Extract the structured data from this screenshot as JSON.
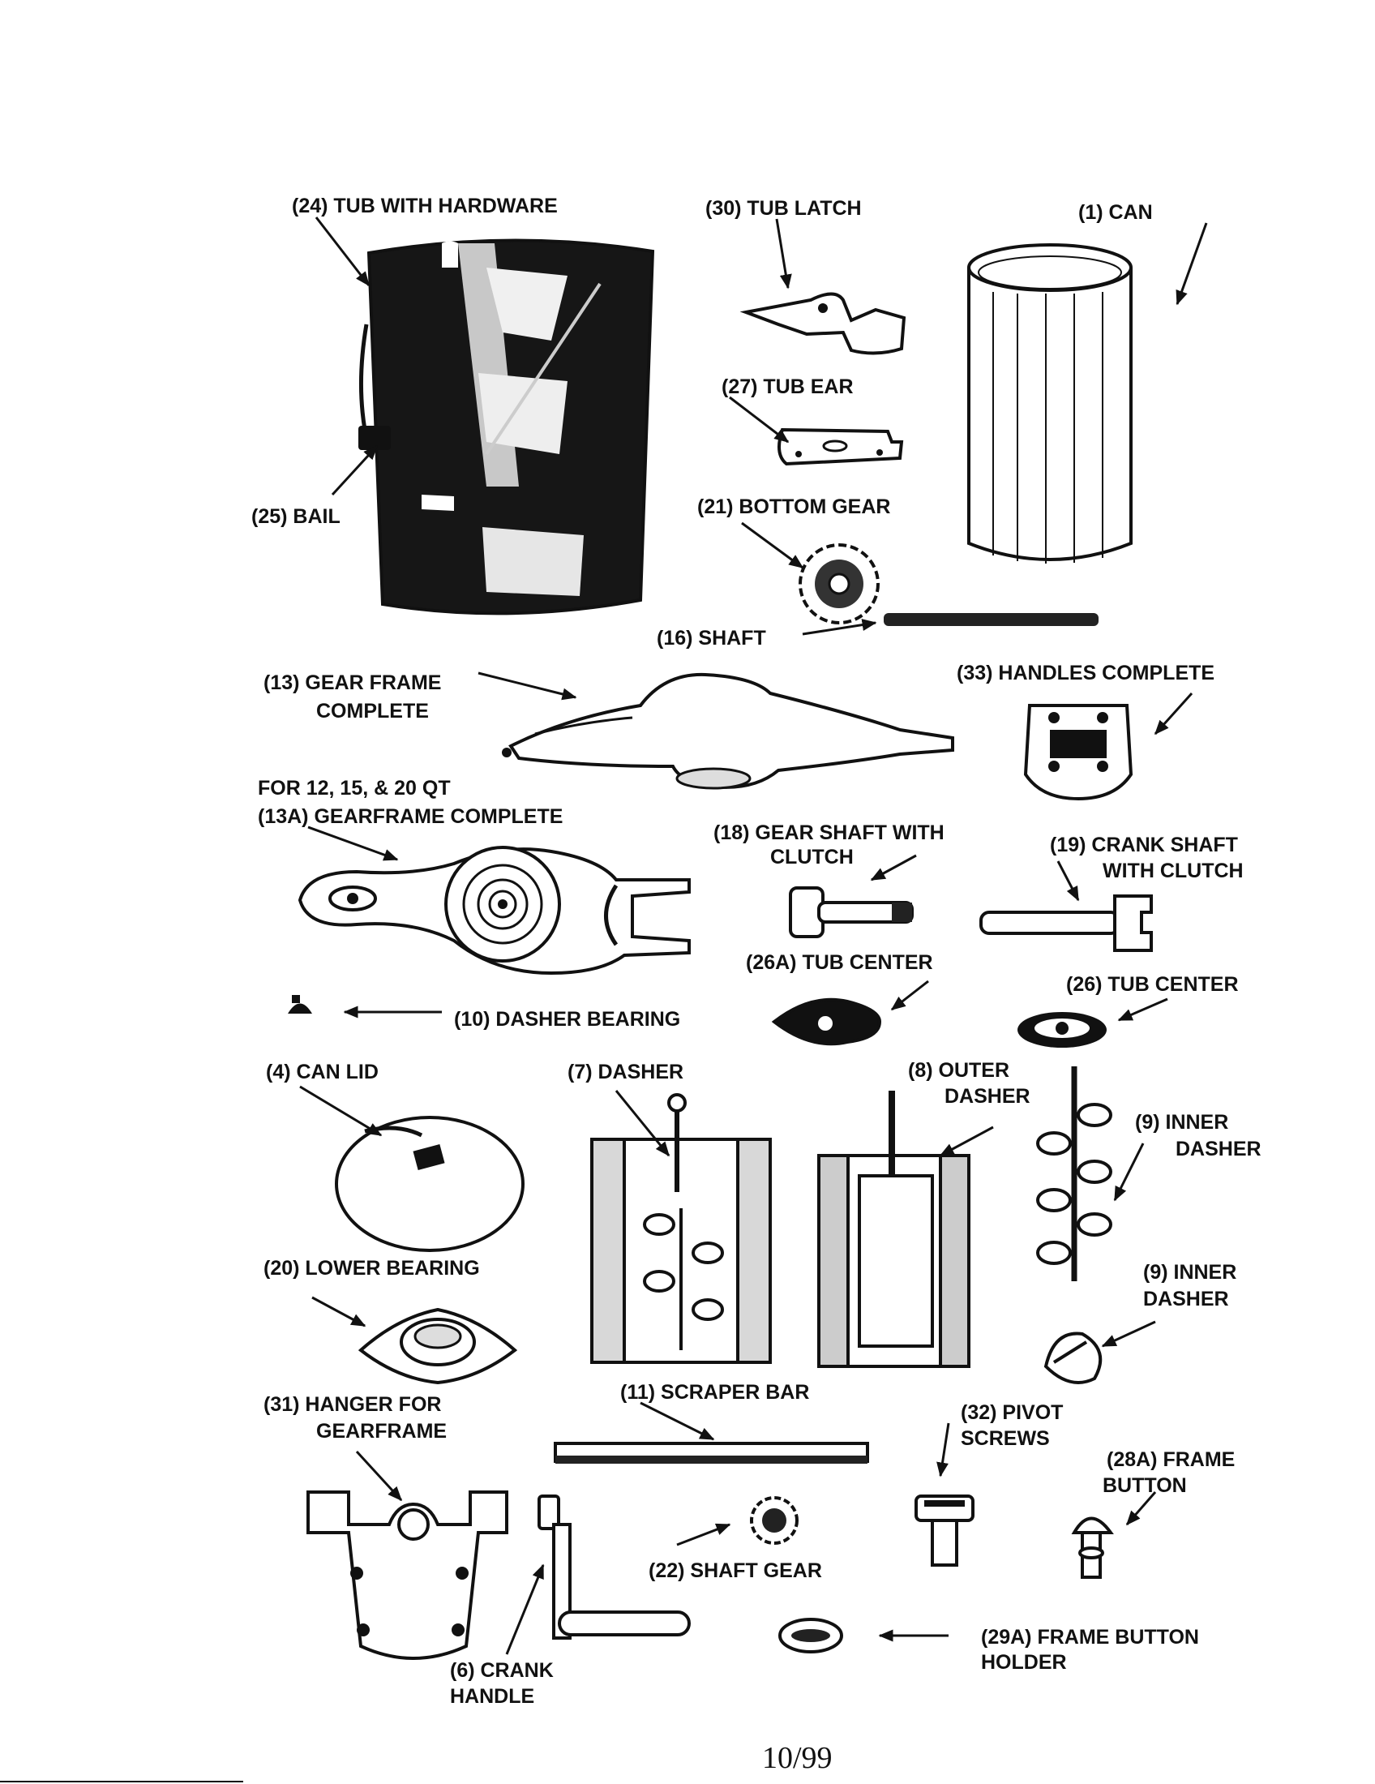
{
  "labels": {
    "tub_with_hardware": "(24) TUB WITH HARDWARE",
    "tub_latch": "(30) TUB LATCH",
    "can": "(1) CAN",
    "tub_ear": "(27) TUB EAR",
    "bail": "(25) BAIL",
    "bottom_gear": "(21) BOTTOM GEAR",
    "shaft": "(16) SHAFT",
    "gear_frame_1": "(13) GEAR FRAME",
    "gear_frame_2": "COMPLETE",
    "handles_complete": "(33) HANDLES COMPLETE",
    "gearframe_13a_note": "FOR 12, 15, & 20 QT",
    "gearframe_13a": "(13A) GEARFRAME COMPLETE",
    "gear_shaft_1": "(18) GEAR SHAFT WITH",
    "gear_shaft_2": "CLUTCH",
    "crank_shaft_1": "(19) CRANK SHAFT",
    "crank_shaft_2": "WITH CLUTCH",
    "tub_center_26a": "(26A) TUB CENTER",
    "tub_center_26": "(26) TUB CENTER",
    "dasher_bearing": "(10) DASHER BEARING",
    "can_lid": "(4) CAN LID",
    "dasher": "(7) DASHER",
    "outer_dasher_1": "(8) OUTER",
    "outer_dasher_2": "DASHER",
    "inner_dasher_a1": "(9) INNER",
    "inner_dasher_a2": "DASHER",
    "lower_bearing": "(20) LOWER BEARING",
    "inner_dasher_b1": "(9) INNER",
    "inner_dasher_b2": "DASHER",
    "hanger_1": "(31) HANGER FOR",
    "hanger_2": "GEARFRAME",
    "scraper_bar": "(11) SCRAPER BAR",
    "pivot_screws_1": "(32) PIVOT",
    "pivot_screws_2": "SCREWS",
    "frame_button_1": "(28A) FRAME",
    "frame_button_2": "BUTTON",
    "shaft_gear": "(22) SHAFT GEAR",
    "frame_button_holder_1": "(29A) FRAME BUTTON",
    "frame_button_holder_2": "HOLDER",
    "crank_handle_1": "(6) CRANK",
    "crank_handle_2": "HANDLE"
  },
  "footer": {
    "page_code": "10/99"
  }
}
